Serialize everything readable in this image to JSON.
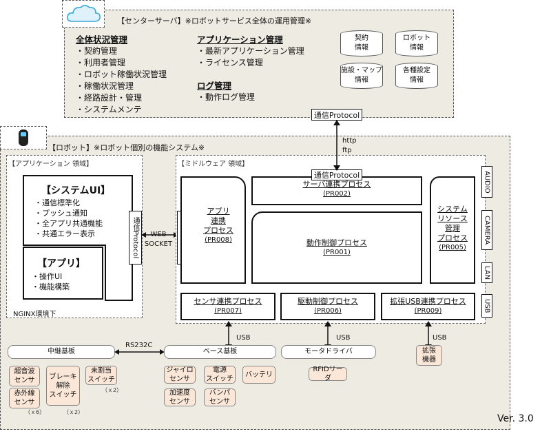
{
  "server": {
    "title": "【センターサーバ】※ロボットサービス全体の運用管理※",
    "groups": [
      {
        "heading": "全体状況管理",
        "items": [
          "・契約管理",
          "・利用者管理",
          "・ロボット稼働状況管理",
          "・稼働状況管理",
          "・経路設計・管理",
          "・システムメンテ"
        ]
      },
      {
        "heading": "アプリケーション管理",
        "items": [
          "・最新アプリケーション管理",
          "・ライセンス管理"
        ]
      },
      {
        "heading": "ログ管理",
        "items": [
          "・動作ログ管理"
        ]
      }
    ],
    "databases": [
      {
        "line1": "契約",
        "line2": "情報"
      },
      {
        "line1": "ロボット",
        "line2": "情報"
      },
      {
        "line1": "施設・マップ",
        "line2": "情報"
      },
      {
        "line1": "各種設定",
        "line2": "情報"
      }
    ],
    "protocol": "通信Protocol"
  },
  "link_http": {
    "line1": "http",
    "line2": "ftp"
  },
  "robot": {
    "title": "【ロボット】※ロボット個別の機能システム※",
    "app_area": {
      "label": "【アプリケーション 領域】",
      "system_ui_title": "【システムUI】",
      "system_ui_items": [
        "・通信標準化",
        "・プッシュ通知",
        "・全アプリ共通機能",
        "・共通エラー表示"
      ],
      "app_title": "【アプリ】",
      "app_items": [
        "・操作UI",
        "・機能構築"
      ],
      "protocol": "通信Protocol",
      "env": "NGINX環境下"
    },
    "websocket": {
      "line1": "WEB",
      "line2": "SOCKET"
    },
    "middleware": {
      "label": "【ミドルウェア 領域】",
      "protocol_top": "通信Protocol",
      "protocol_left": "通信Protocol",
      "app_proc": {
        "l1": "アプリ",
        "l2": "連携",
        "l3": "プロセス",
        "code": "(PR008)"
      },
      "server_proc": {
        "name": "サーバ連携プロセス",
        "code": "(PR002)"
      },
      "motion_proc": {
        "name": "動作制御プロセス",
        "code": "(PR001)"
      },
      "sysres_proc": {
        "l1": "システム",
        "l2": "リソース",
        "l3": "管理",
        "l4": "プロセス",
        "code": "(PR005)"
      },
      "sensor_proc": {
        "name": "センサ連携プロセス",
        "code": "(PR007)"
      },
      "drive_proc": {
        "name": "駆動制御プロセス",
        "code": "(PR006)"
      },
      "usb_proc": {
        "name": "拡張USB連携プロセス",
        "code": "(PR009)"
      }
    },
    "ports": [
      "AUDIO",
      "CAMERA",
      "LAN",
      "USB"
    ]
  },
  "hardware": {
    "relay_board": "中継基板",
    "rs232c": "RS232C",
    "base_board": "ベース基板",
    "motor_driver": "モータドライバ",
    "ext_device": {
      "line1": "拡張",
      "line2": "機器"
    },
    "usb_labels": [
      "USB",
      "USB",
      "USB"
    ],
    "ultrasonic": {
      "line1": "超音波",
      "line2": "センサ"
    },
    "brake": {
      "line1": "ブレーキ",
      "line2": "解除",
      "line3": "スイッチ"
    },
    "unassigned": {
      "line1": "未割当",
      "line2": "スイッチ"
    },
    "infrared": {
      "line1": "赤外線",
      "line2": "センサ"
    },
    "gyro": {
      "line1": "ジャイロ",
      "line2": "センサ"
    },
    "power_switch": {
      "line1": "電源",
      "line2": "スイッチ"
    },
    "battery": "バッテリ",
    "accel": {
      "line1": "加速度",
      "line2": "センサ"
    },
    "bumper": {
      "line1": "バンパ",
      "line2": "センサ"
    },
    "rfid": "RFIDリーダ",
    "counts": {
      "infrared": "（ｘ6）",
      "brake": "（ｘ2）",
      "unassigned": "（ｘ2）"
    }
  },
  "version": "Ver. 3.0"
}
